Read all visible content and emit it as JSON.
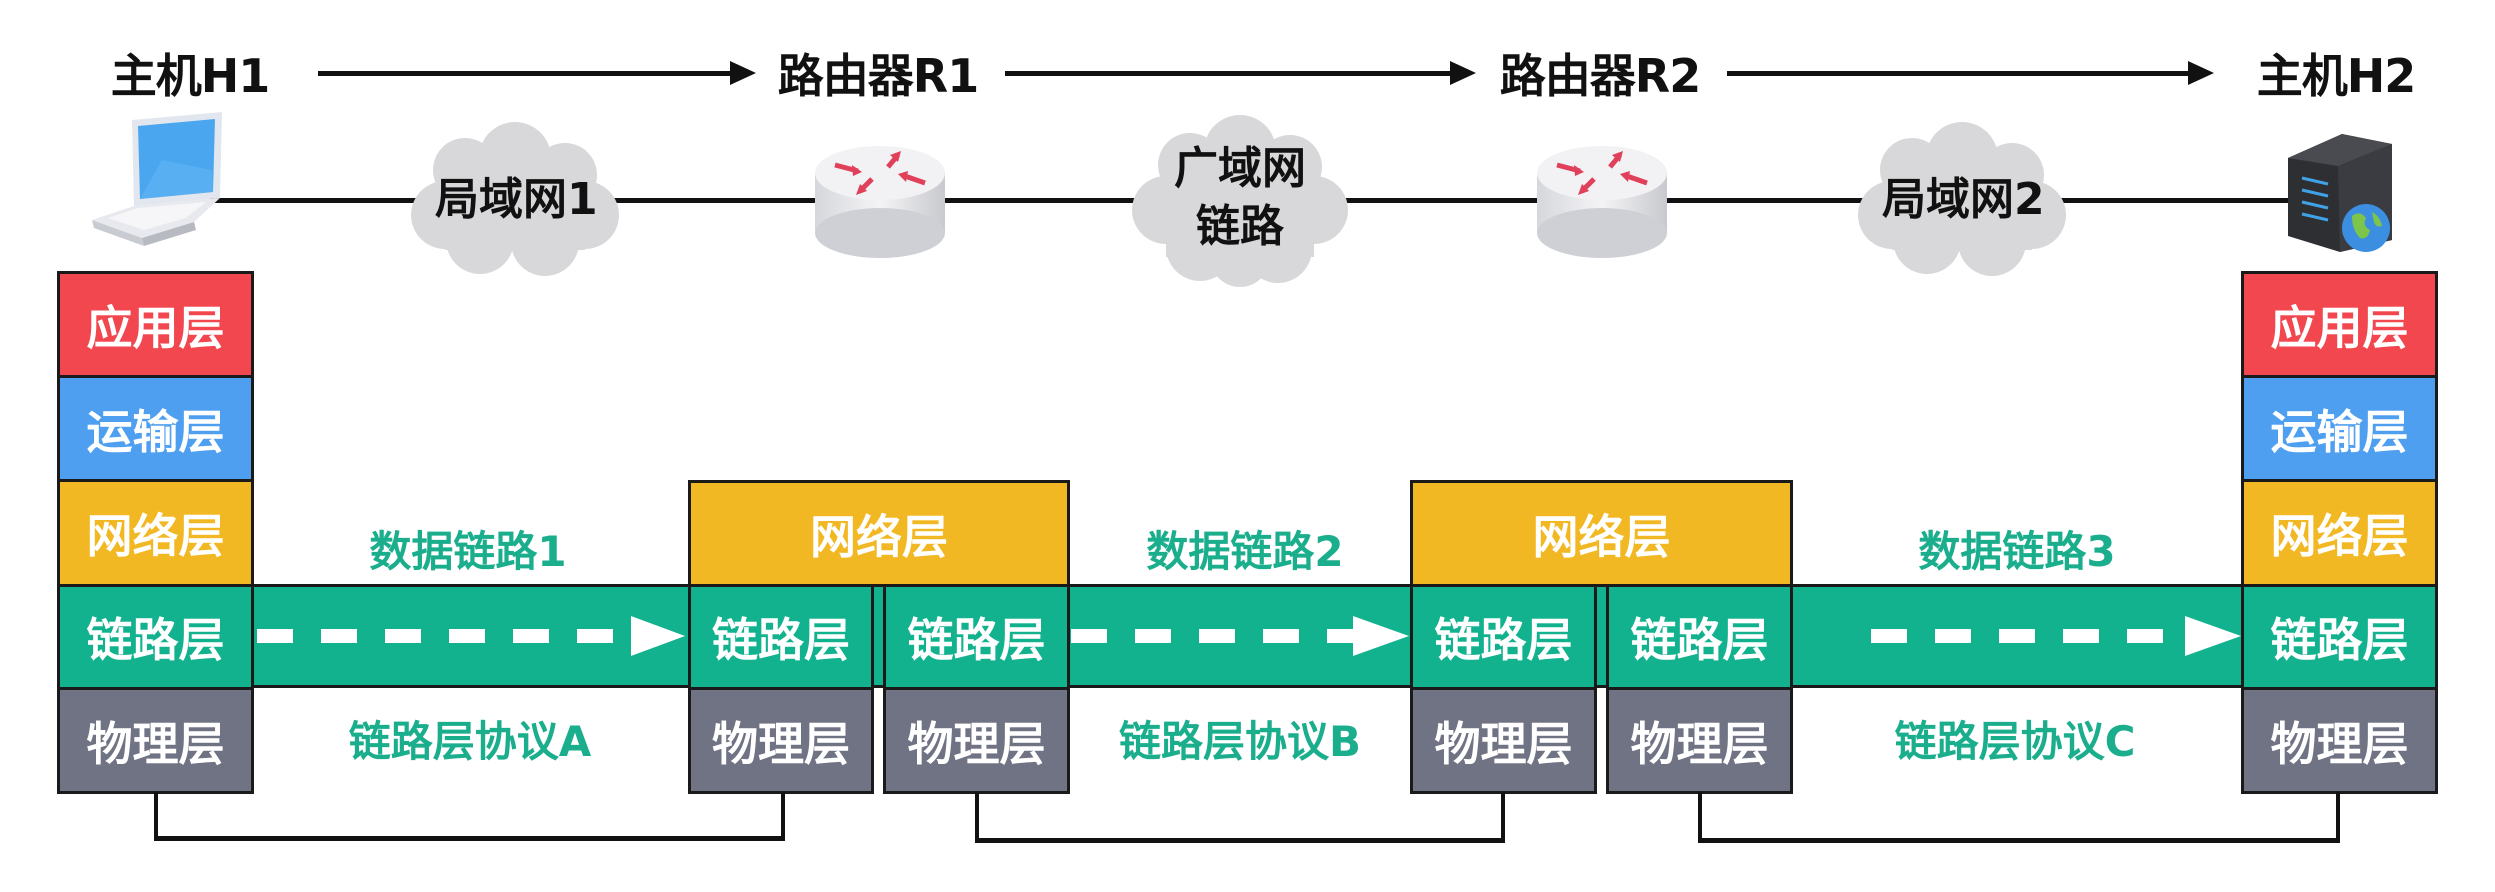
{
  "colors": {
    "application": "#f2474f",
    "transport": "#4f9ff0",
    "network": "#f2b823",
    "link": "#12b28f",
    "physical": "#6f7384",
    "protocol_text": "#1bae8d",
    "cloud": "#d8d8da"
  },
  "nodes": {
    "h1": {
      "title": "主机H1",
      "icon": "laptop-icon"
    },
    "r1": {
      "title": "路由器R1",
      "icon": "router-icon"
    },
    "r2": {
      "title": "路由器R2",
      "icon": "router-icon"
    },
    "h2": {
      "title": "主机H2",
      "icon": "server-icon"
    }
  },
  "clouds": {
    "lan1": "局域网1",
    "wan_line1": "广域网",
    "wan_line2": "链路",
    "lan2": "局域网2"
  },
  "layers": {
    "application": "应用层",
    "transport": "运输层",
    "network": "网络层",
    "link": "链路层",
    "physical": "物理层"
  },
  "data_links": [
    {
      "name": "数据链路1",
      "protocol": "链路层协议A"
    },
    {
      "name": "数据链路2",
      "protocol": "链路层协议B"
    },
    {
      "name": "数据链路3",
      "protocol": "链路层协议C"
    }
  ]
}
